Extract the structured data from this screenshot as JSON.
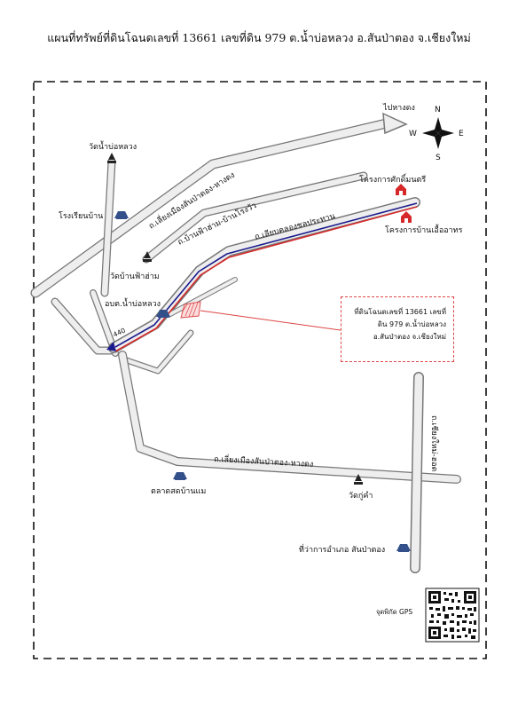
{
  "title": "แผนที่ทรัพย์ที่ดินโฉนดเลขที่ 13661 เลขที่ดิน 979 ต.น้ำบ่อหลวง อ.สันป่าตอง จ.เชียงใหม่",
  "compass": {
    "n": "N",
    "s": "S",
    "e": "E",
    "w": "W"
  },
  "roads": {
    "to_hangdong": "ไปหางดง",
    "chiangmai_sanpatong_hangdong": "ถ.เลี่ยงเมืองสันป่าตอง-หางดง",
    "banfaham_banrongwua": "ถ.บ้านฟ้าฮ่าม-บ้านโรงวัว",
    "canal_road": "ถ.เลียบคลองชลประทาน",
    "route_number": "440",
    "chiangmai_hot": "ถ.เชียงใหม่-ฮอด",
    "bypass_lower": "ถ.เลี่ยงเมืองสันป่าตอง-หางดง"
  },
  "places": {
    "wat_nam_bo_luang": "วัดน้ำบ่อหลวง",
    "school_ban": "โรงเรียนบ้าน",
    "wat_ban_fa_ham": "วัดบ้านฟ้าฮ่าม",
    "obt_nam_bo_luang": "อบต.น้ำบ่อหลวง",
    "project_sakmontri": "โครงการศักดิ์มนตรี",
    "project_ban_uea_athon": "โครงการบ้านเอื้ออาทร",
    "talat_ban_mae": "ตลาดสดบ้านแม",
    "wat_ku_kham": "วัดกู่คำ",
    "district_office": "ที่ว่าการอำเภอ สันป่าตอง",
    "gps_label": "จุดพิกัด GPS"
  },
  "callout": {
    "line1": "ที่ดินโฉนดเลขที่ 13661 เลขที่",
    "line2": "ดิน 979 ต.น้ำบ่อหลวง",
    "line3": "อ.สันป่าตอง จ.เชียงใหม่"
  },
  "colors": {
    "canal_red": "#d62828",
    "canal_blue": "#1a1a8c",
    "parcel": "#e05050",
    "road_fill": "#ececec"
  },
  "icons": [
    "temple-icon",
    "school-icon",
    "building-icon",
    "house-icon",
    "compass-icon",
    "qr-code-icon"
  ]
}
